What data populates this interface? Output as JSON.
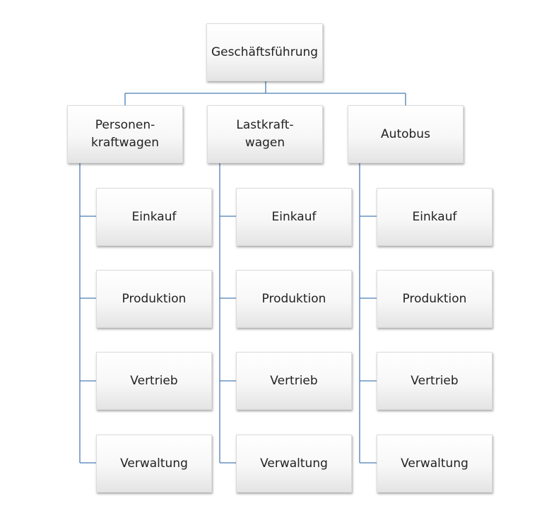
{
  "chart": {
    "root": "Geschäftsführung",
    "divisions": [
      {
        "label": "Personen-\nkraftwagen",
        "functions": [
          "Einkauf",
          "Produktion",
          "Vertrieb",
          "Verwaltung"
        ]
      },
      {
        "label": "Lastkraft-\nwagen",
        "functions": [
          "Einkauf",
          "Produktion",
          "Vertrieb",
          "Verwaltung"
        ]
      },
      {
        "label": "Autobus",
        "functions": [
          "Einkauf",
          "Produktion",
          "Vertrieb",
          "Verwaltung"
        ]
      }
    ]
  },
  "colors": {
    "connector": "#4a7db5"
  }
}
